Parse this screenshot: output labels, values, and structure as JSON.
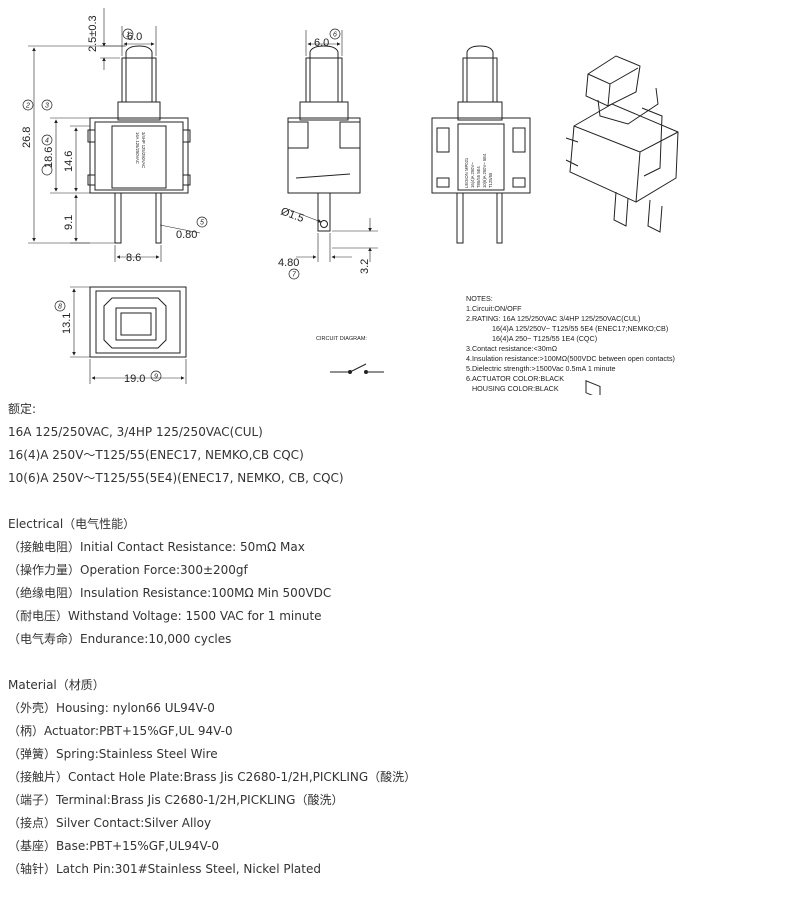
{
  "drawing": {
    "dims": {
      "d_2_5": "2.5±0.3",
      "d_6_0_a": "6.0",
      "d_26_8": "26.8",
      "d_18_6": "18.6",
      "d_14_6": "14.6",
      "d_9_1": "9.1",
      "d_0_80": "0.80",
      "d_8_6": "8.6",
      "d_6_0_b": "6.0",
      "d_1_5": "Ø1.5",
      "d_4_80": "4.80",
      "d_3_2": "3.2",
      "d_13_1": "13.1",
      "d_19_0": "19.0"
    },
    "callouts": [
      "1",
      "2",
      "3",
      "4",
      "5",
      "6",
      "7",
      "8",
      "9"
    ],
    "side_label": {
      "line1": "16A 125/250VAC",
      "line2": "3/4HP 125/250VAC"
    },
    "front_label": {
      "line1": "LEGION MP021",
      "line2": "16(4)A 250V~",
      "line3": "T85/55 5E4",
      "line4": "10(6)A 250V~ 5E4",
      "line5": "T125/55"
    },
    "circuit_title": "CIRCUIT DIAGRAM:",
    "notes": [
      "NOTES:",
      "1.Circuit:ON/OFF",
      "2.RATING: 16A 125/250VAC 3/4HP 125/250VAC(CUL)",
      "             16(4)A 125/250V~ T125/55 5E4 (ENEC17;NEMKO;CB)",
      "             16(4)A 250~ T125/55 1E4 (CQC)",
      "3.Contact resistance:<30mΩ",
      "4.Insulation resistance:>100MΩ(500VDC between open contacts)",
      "5.Dielectric strength:>1500Vac 0.5mA 1 minute",
      "6.ACTUATOR COLOR:BLACK",
      "   HOUSING COLOR:BLACK"
    ]
  },
  "ratings": {
    "heading": "额定:",
    "lines": [
      "16A 125/250VAC, 3/4HP 125/250VAC(CUL)",
      "16(4)A 250V～T125/55(ENEC17, NEMKO,CB CQC)",
      "10(6)A 250V～T125/55(5E4)(ENEC17, NEMKO, CB, CQC)"
    ]
  },
  "electrical": {
    "heading": "Electrical（电气性能）",
    "lines": [
      "（接触电阻）Initial Contact Resistance: 50mΩ Max",
      "（操作力量）Operation Force:300±200gf",
      "（绝缘电阻）Insulation Resistance:100MΩ Min 500VDC",
      "（耐电压）Withstand Voltage: 1500 VAC for 1 minute",
      "（电气寿命）Endurance:10,000 cycles"
    ]
  },
  "material": {
    "heading": "Material（材质）",
    "lines": [
      "（外壳）Housing: nylon66 UL94V-0",
      "（柄）Actuator:PBT+15%GF,UL 94V-0",
      "（弹簧）Spring:Stainless Steel Wire",
      "（接触片）Contact Hole Plate:Brass Jis C2680-1/2H,PICKLING（酸洗）",
      "（端子）Terminal:Brass Jis C2680-1/2H,PICKLING（酸洗）",
      "（接点）Silver Contact:Silver Alloy",
      "（基座）Base:PBT+15%GF,UL94V-0",
      "（轴针）Latch Pin:301#Stainless Steel, Nickel Plated"
    ]
  }
}
